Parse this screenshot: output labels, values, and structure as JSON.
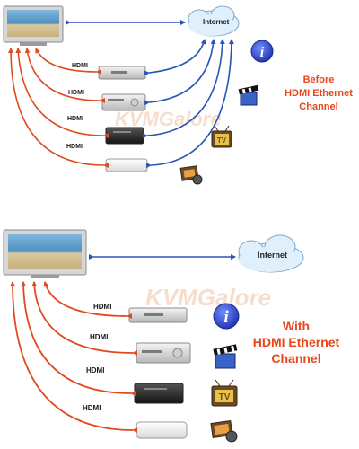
{
  "colors": {
    "hdmi_arrow": "#e04a1e",
    "ethernet_arrow": "#2a55b8",
    "caption": "#e8471a",
    "cloud_fill": "#dfeffb",
    "cloud_stroke": "#7fa8cf",
    "watermark": "#e8a070"
  },
  "top": {
    "cloud_label": "Internet",
    "hdmi_labels": [
      "HDMI",
      "HDMI",
      "HDMI",
      "HDMI"
    ],
    "caption": [
      "Before",
      "HDMI Ethernet",
      "Channel"
    ],
    "watermark": "KVMGalore",
    "icons": [
      "info-icon",
      "clapper-icon",
      "tv-icon",
      "photo-icon"
    ]
  },
  "bottom": {
    "cloud_label": "Internet",
    "hdmi_labels": [
      "HDMI",
      "HDMI",
      "HDMI",
      "HDMI"
    ],
    "caption": [
      "With",
      "HDMI Ethernet",
      "Channel"
    ],
    "watermark": "KVMGalore",
    "icons": [
      "info-icon",
      "clapper-icon",
      "tv-icon",
      "photo-icon"
    ]
  }
}
